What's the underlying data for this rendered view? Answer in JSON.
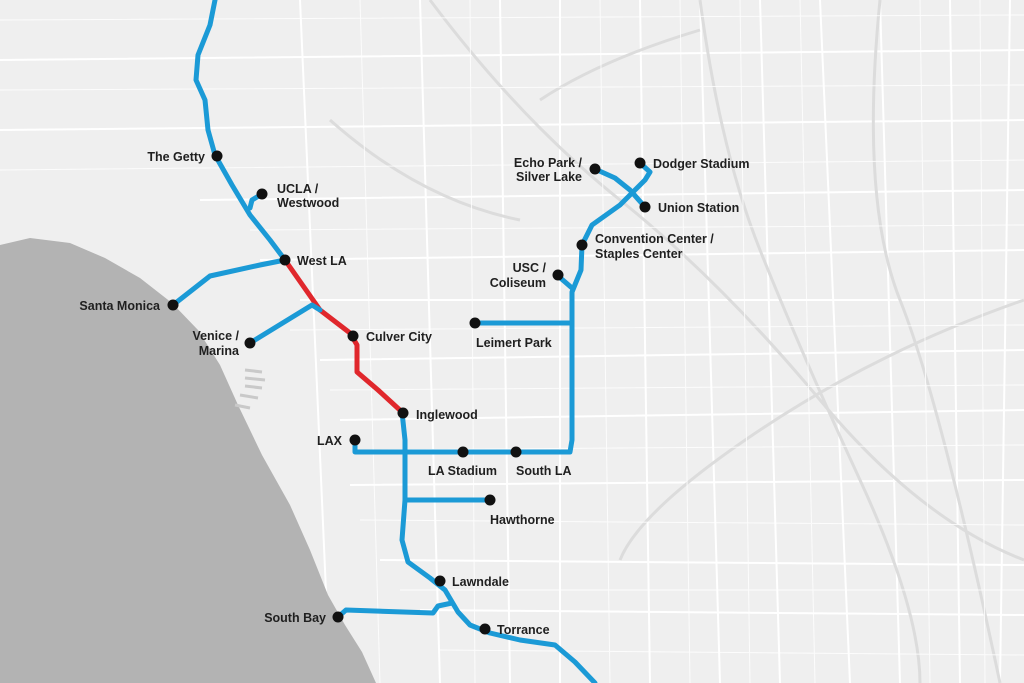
{
  "colors": {
    "land": "#efefef",
    "ocean": "#b3b3b3",
    "road": "#ffffff",
    "line": "#1b9ad6",
    "highlight": "#e0272c",
    "station": "#111111"
  },
  "stations": {
    "getty": "The Getty",
    "ucla": [
      "UCLA /",
      "Westwood"
    ],
    "westla": "West LA",
    "santamonica": "Santa Monica",
    "venice": [
      "Venice /",
      "Marina"
    ],
    "culver": "Culver City",
    "inglewood": "Inglewood",
    "lax": "LAX",
    "lastadium": "LA Stadium",
    "southla": "South LA",
    "hawthorne": "Hawthorne",
    "lawndale": "Lawndale",
    "southbay": "South Bay",
    "torrance": "Torrance",
    "leimert": "Leimert Park",
    "usc": [
      "USC /",
      "Coliseum"
    ],
    "convention": [
      "Convention Center /",
      "Staples Center"
    ],
    "echo": [
      "Echo Park /",
      "Silver Lake"
    ],
    "dodger": "Dodger Stadium",
    "union": "Union Station"
  }
}
